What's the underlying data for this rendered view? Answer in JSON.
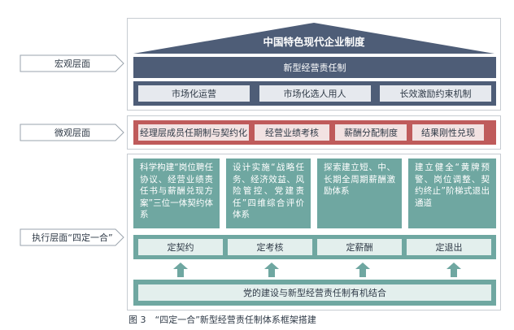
{
  "levels": {
    "macro": "宏观层面",
    "micro": "微观层面",
    "exec": "执行层面“四定一合”"
  },
  "roof_title": "中国特色现代企业制度",
  "macro": {
    "main": "新型经营责任制",
    "items": [
      "市场化运营",
      "市场化选人用人",
      "长效激励约束机制"
    ]
  },
  "micro": {
    "items": [
      "经理层成员任期制与契约化",
      "经营业绩考核",
      "薪酬分配制度",
      "结果刚性兑现"
    ]
  },
  "execution": {
    "descriptions": [
      "科学构建“岗位聘任协议、经营业绩责任书与薪酬兑现方案”三位一体契约体系",
      "设计实施“战略任务、经济效益、风险管控、党建责任”四维综合评价体系",
      "探索建立短、中、长期全周期薪酬激励体系",
      "建立健全“黄牌预警、岗位调整、契约终止”阶梯式退出通道"
    ],
    "items": [
      "定契约",
      "定考核",
      "定薪酬",
      "定退出"
    ],
    "party": "党的建设与新型经营责任制有机结合"
  },
  "caption": "图 3　“四定一合”新型经营责任制体系框架搭建",
  "colors": {
    "navy": "#4e5d77",
    "red": "#bf5b5b",
    "teal": "#6fa7a1",
    "light_pill": "#e6e9ee"
  }
}
